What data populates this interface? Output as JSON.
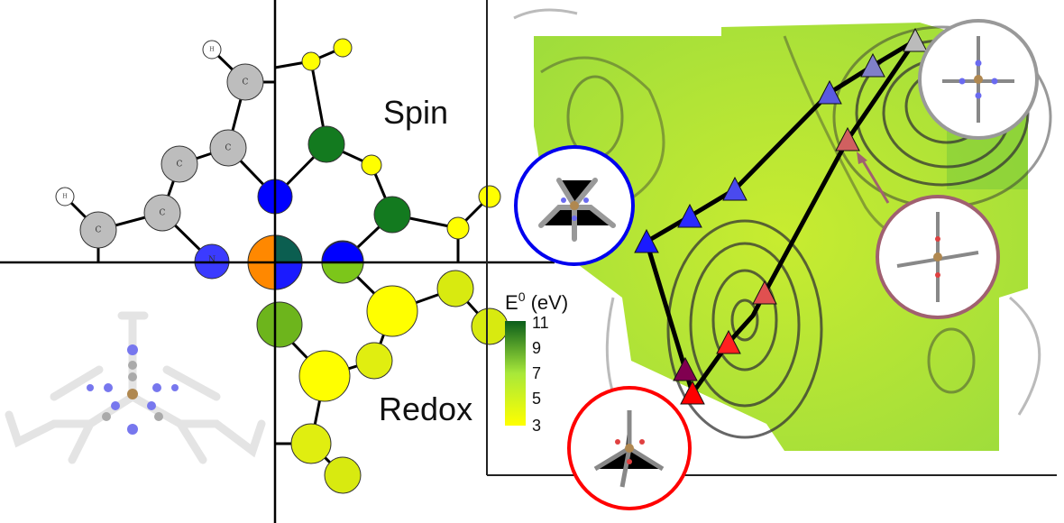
{
  "labels": {
    "spin": "Spin",
    "redox": "Redox"
  },
  "atoms": {
    "carbon": "C",
    "hydrogen": "H",
    "nitrogen": "N"
  },
  "colorbar": {
    "title_base": "E",
    "title_sup": "0",
    "title_unit": " (eV)",
    "ticks": [
      "11",
      "9",
      "7",
      "5",
      "3"
    ],
    "range": [
      3,
      11
    ],
    "color_low": "#ffff00",
    "color_mid": "#a8e83a",
    "color_high": "#0b5e1a"
  },
  "colors": {
    "path_blue": "#1a1aff",
    "path_red": "#ff2020",
    "inset_blue": "#0000ee",
    "inset_gray": "#999999",
    "inset_mauve": "#a06070",
    "inset_red": "#ff0000"
  }
}
